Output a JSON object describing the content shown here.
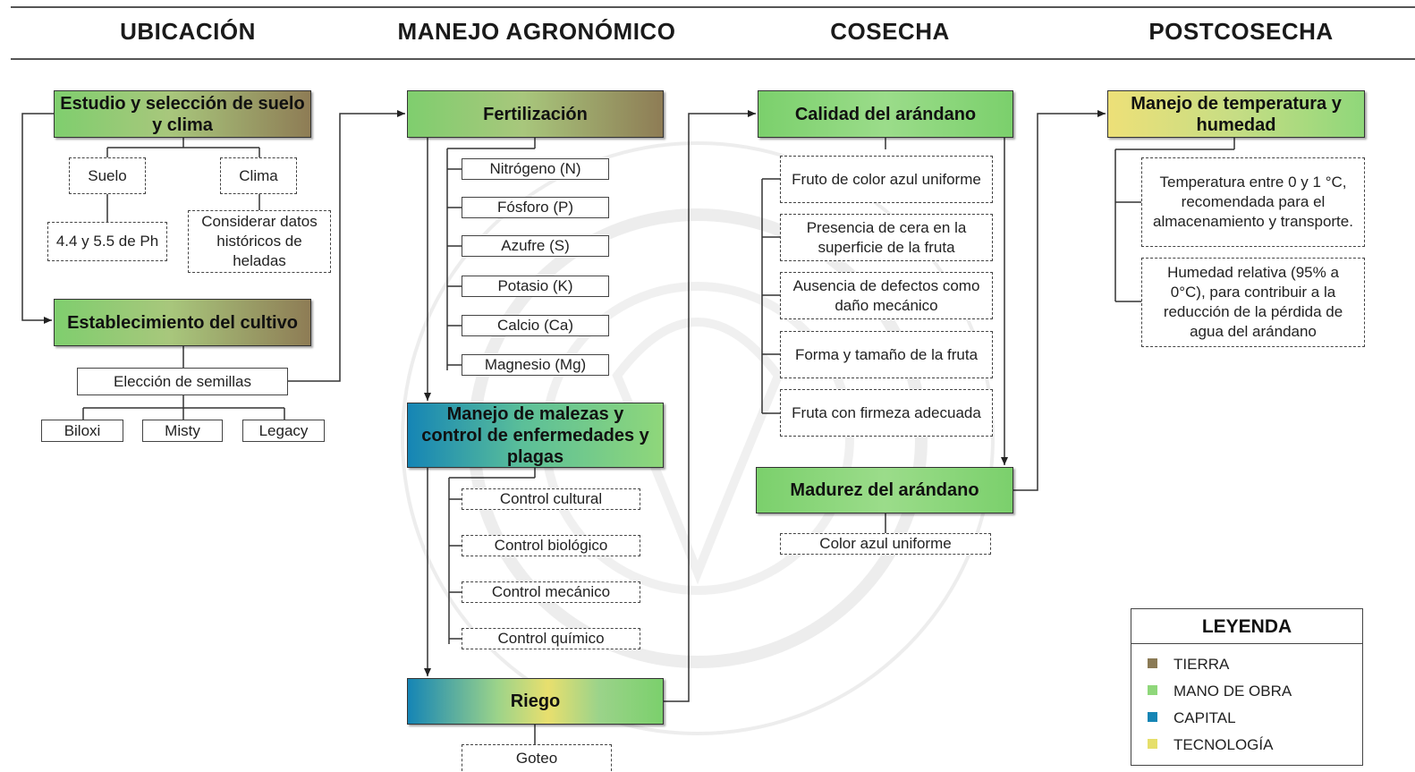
{
  "headers": {
    "ubicacion": "UBICACIÓN",
    "manejo": "MANEJO AGRONÓMICO",
    "cosecha": "COSECHA",
    "postcosecha": "POSTCOSECHA"
  },
  "ubicacion": {
    "estudio": "Estudio y selección de suelo y clima",
    "suelo": "Suelo",
    "clima": "Clima",
    "ph": "4.4 y 5.5 de Ph",
    "heladas": "Considerar datos históricos de heladas",
    "establecimiento": "Establecimiento del cultivo",
    "semillas": "Elección de semillas",
    "variedades": [
      "Biloxi",
      "Misty",
      "Legacy"
    ]
  },
  "manejo": {
    "fertilizacion": "Fertilización",
    "nutrientes": [
      "Nitrógeno (N)",
      "Fósforo (P)",
      "Azufre (S)",
      "Potasio (K)",
      "Calcio (Ca)",
      "Magnesio (Mg)"
    ],
    "malezas": "Manejo de malezas y control de enfermedades y plagas",
    "controles": [
      "Control cultural",
      "Control biológico",
      "Control mecánico",
      "Control químico"
    ],
    "riego": "Riego",
    "goteo": "Goteo"
  },
  "cosecha": {
    "calidad": "Calidad del arándano",
    "criterios": [
      "Fruto de color azul uniforme",
      "Presencia de cera en la superficie de la fruta",
      "Ausencia de defectos como daño mecánico",
      "Forma y tamaño de la fruta",
      "Fruta con firmeza adecuada"
    ],
    "madurez": "Madurez del arándano",
    "color": "Color azul uniforme"
  },
  "postcosecha": {
    "manejo_temp": "Manejo de temperatura y humedad",
    "temperatura": "Temperatura entre 0 y 1 °C, recomendada para el almacenamiento y transporte.",
    "humedad": "Humedad relativa (95% a 0°C), para contribuir a la reducción de la pérdida de agua del arándano"
  },
  "legend": {
    "title": "LEYENDA",
    "items": [
      {
        "label": "TIERRA",
        "color": "#8a7a55"
      },
      {
        "label": "MANO DE OBRA",
        "color": "#8fd77a"
      },
      {
        "label": "CAPITAL",
        "color": "#1585b5"
      },
      {
        "label": "TECNOLOGÍA",
        "color": "#e6df6a"
      }
    ]
  }
}
